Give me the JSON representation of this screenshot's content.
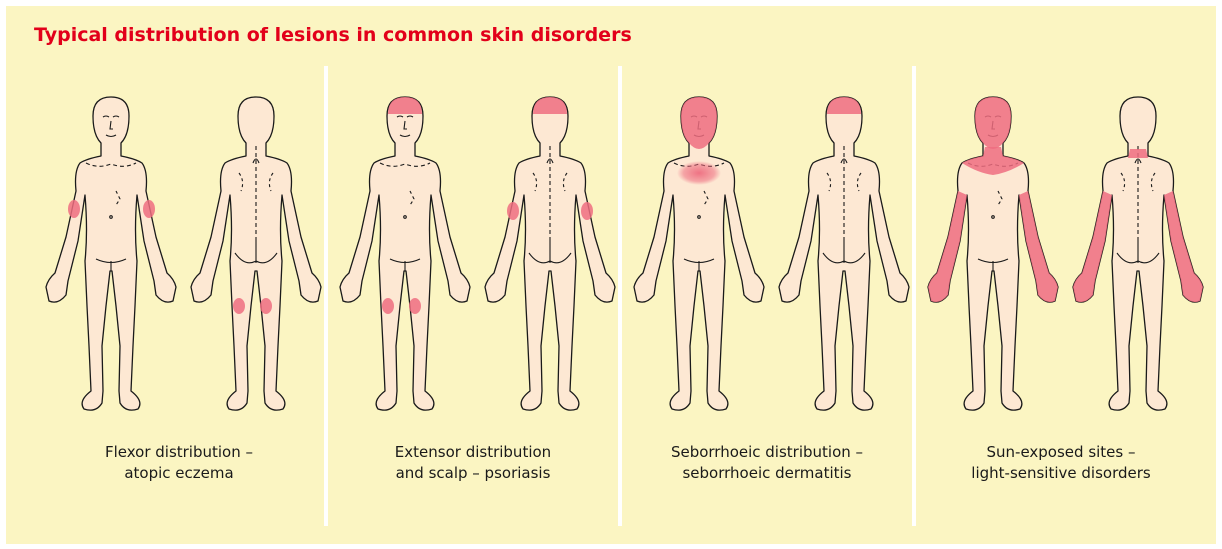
{
  "title": "Typical distribution of lesions in common skin disorders",
  "colors": {
    "background": "#fbf5c2",
    "title": "#e2001a",
    "skin": "#fde8d3",
    "outline": "#1a1a1a",
    "lesion": "#ee6d80",
    "caption": "#1a1a1a"
  },
  "panels": [
    {
      "caption_line1": "Flexor distribution –",
      "caption_line2": "atopic eczema"
    },
    {
      "caption_line1": "Extensor distribution",
      "caption_line2": "and scalp – psoriasis"
    },
    {
      "caption_line1": "Seborrhoeic distribution –",
      "caption_line2": "seborrhoeic dermatitis"
    },
    {
      "caption_line1": "Sun-exposed sites –",
      "caption_line2": "light-sensitive disorders"
    }
  ]
}
